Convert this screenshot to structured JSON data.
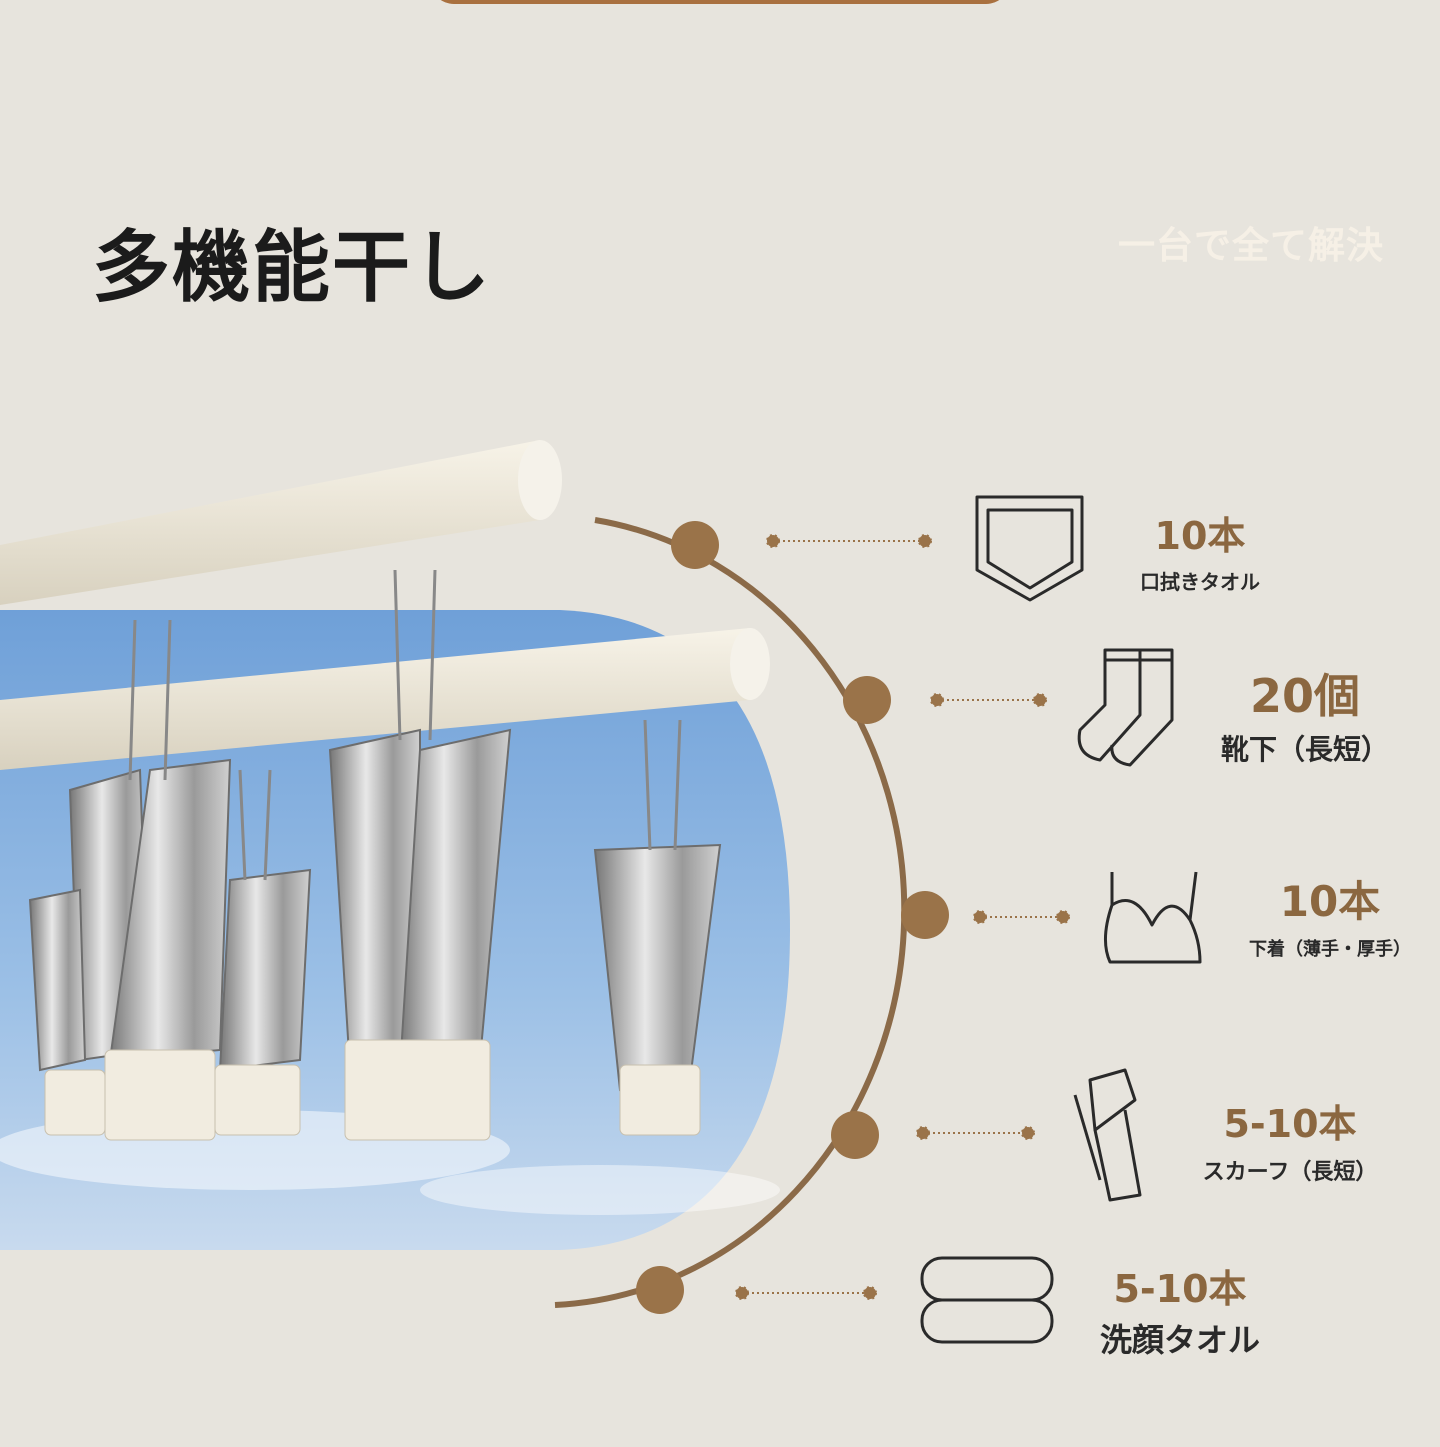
{
  "header": {
    "title": "多機能干し",
    "subtitle": "一台で全て解決"
  },
  "colors": {
    "background": "#e7e4dd",
    "arc": "#8b6a48",
    "dot": "#9a7349",
    "count": "#8b6740",
    "sky": "#8fb7e3"
  },
  "items": [
    {
      "icon": "pocket-towel-icon",
      "count": "10本",
      "label": "口拭きタオル"
    },
    {
      "icon": "socks-icon",
      "count": "20個",
      "label": "靴下（長短）"
    },
    {
      "icon": "bra-icon",
      "count": "10本",
      "label": "下着（薄手・厚手）"
    },
    {
      "icon": "scarf-icon",
      "count": "5-10本",
      "label": "スカーフ（長短）"
    },
    {
      "icon": "folded-towel-icon",
      "count": "5-10本",
      "label": "洗顔タオル"
    }
  ]
}
